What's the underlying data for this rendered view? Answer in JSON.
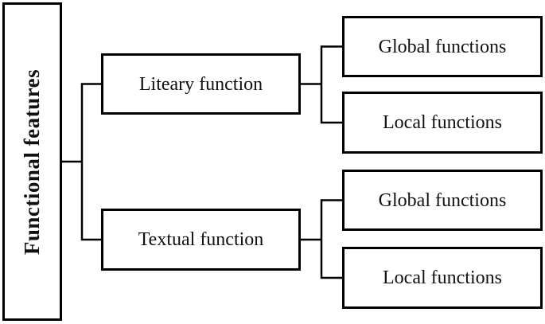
{
  "diagram": {
    "root": {
      "label": "Functional features"
    },
    "branches": [
      {
        "label": "Liteary function",
        "children": [
          {
            "label": "Global functions"
          },
          {
            "label": "Local functions"
          }
        ]
      },
      {
        "label": "Textual function",
        "children": [
          {
            "label": "Global functions"
          },
          {
            "label": "Local functions"
          }
        ]
      }
    ],
    "colors": {
      "line": "#000000",
      "text": "#111111",
      "background": "#ffffff"
    }
  }
}
